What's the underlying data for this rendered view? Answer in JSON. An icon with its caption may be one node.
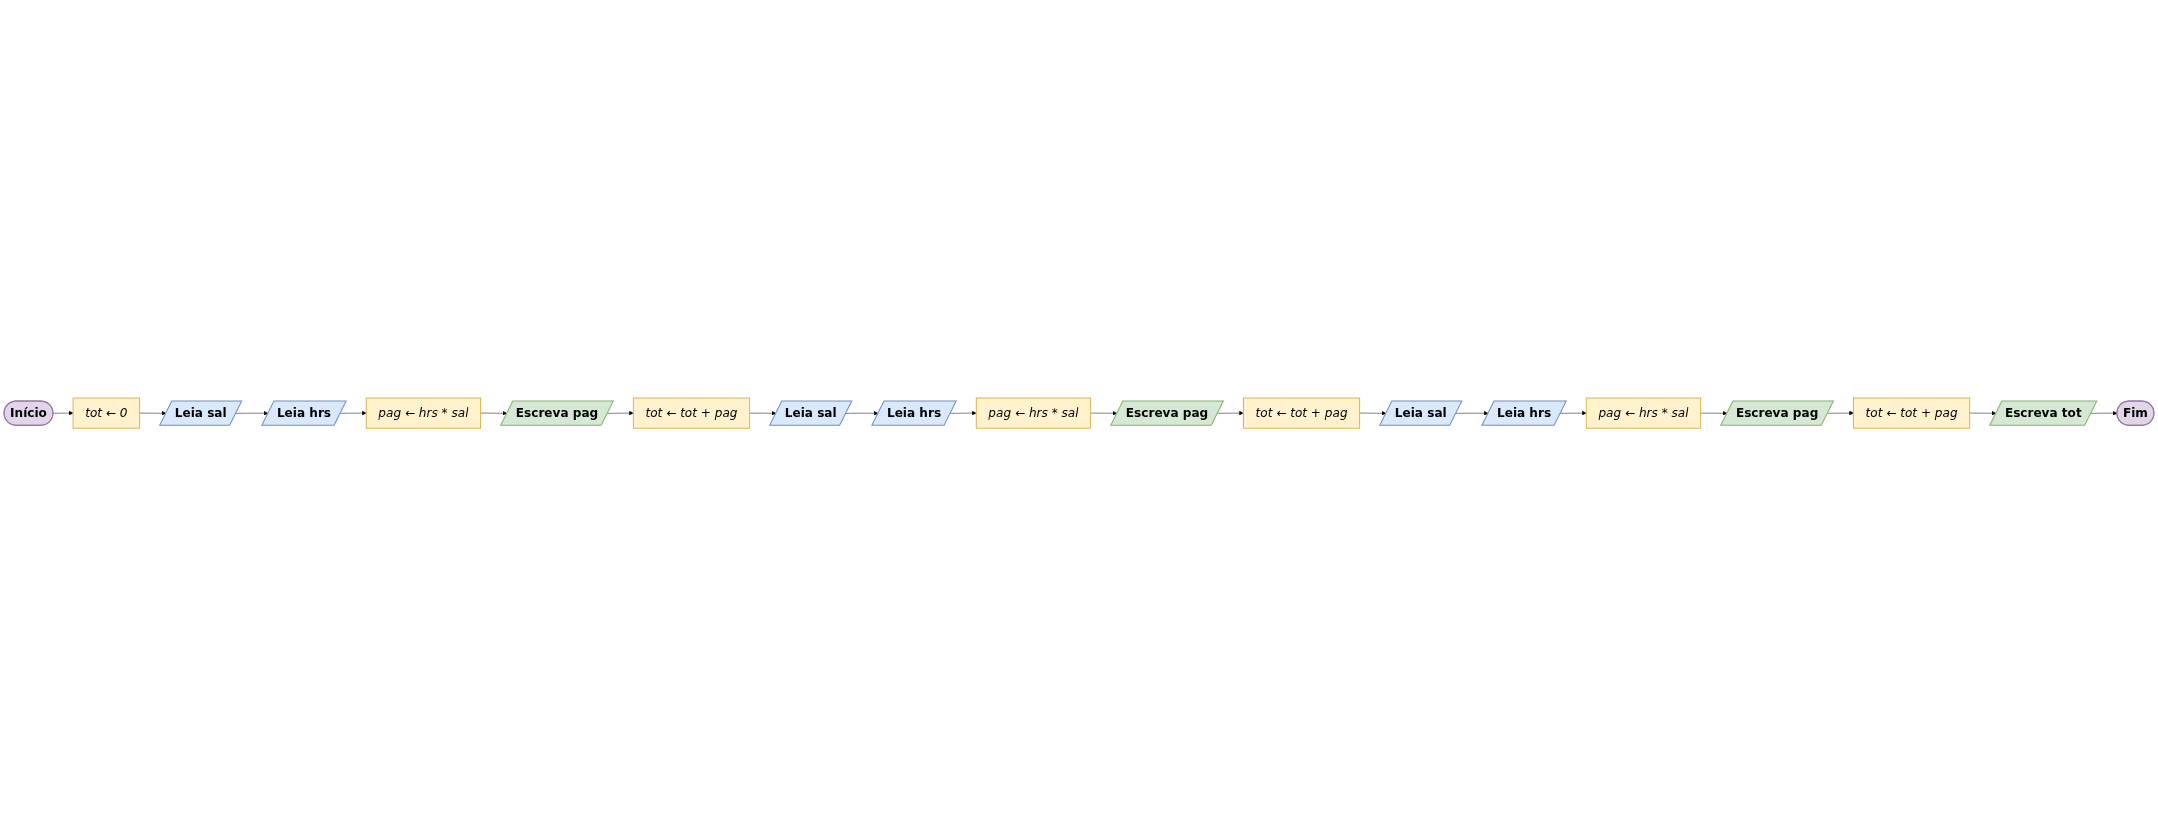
{
  "diagram": {
    "nodes": [
      {
        "text": [
          "Início"
        ]
      },
      {
        "text": [
          "tot ← 0"
        ]
      },
      {
        "text": [
          "Leia sal"
        ]
      },
      {
        "text": [
          "Leia hrs"
        ]
      },
      {
        "text": [
          "pag ← hrs * sal"
        ]
      },
      {
        "text": [
          "Escreva pag"
        ]
      },
      {
        "text": [
          "tot ← tot + pag"
        ]
      },
      {
        "text": [
          "Leia sal"
        ]
      },
      {
        "text": [
          "Leia hrs"
        ]
      },
      {
        "text": [
          "pag ← hrs * sal"
        ]
      },
      {
        "text": [
          "Escreva pag"
        ]
      },
      {
        "text": [
          "tot ← tot + pag"
        ]
      },
      {
        "text": [
          "Leia sal"
        ]
      },
      {
        "text": [
          "Leia hrs"
        ]
      },
      {
        "text": [
          "pag ← hrs * sal"
        ]
      },
      {
        "text": [
          "Escreva pag"
        ]
      },
      {
        "text": [
          "tot ← tot + pag"
        ]
      },
      {
        "text": [
          "Escreva tot"
        ]
      },
      {
        "text": [
          "Fim"
        ]
      }
    ],
    "edges": [
      {
        "from": 0,
        "to": 1,
        "arrow": "to"
      },
      {
        "from": 1,
        "to": 2,
        "arrow": "to"
      },
      {
        "from": 2,
        "to": 3,
        "arrow": "to"
      },
      {
        "from": 3,
        "to": 4,
        "arrow": "to"
      },
      {
        "from": 4,
        "to": 5,
        "arrow": "to"
      },
      {
        "from": 5,
        "to": 6,
        "arrow": "to"
      },
      {
        "from": 6,
        "to": 7,
        "arrow": "to"
      },
      {
        "from": 7,
        "to": 8,
        "arrow": "to"
      },
      {
        "from": 8,
        "to": 9,
        "arrow": "to"
      },
      {
        "from": 9,
        "to": 10,
        "arrow": "to"
      },
      {
        "from": 10,
        "to": 11,
        "arrow": "to"
      },
      {
        "from": 11,
        "to": 12,
        "arrow": "to"
      },
      {
        "from": 12,
        "to": 13,
        "arrow": "to"
      },
      {
        "from": 13,
        "to": 14,
        "arrow": "to"
      },
      {
        "from": 14,
        "to": 15,
        "arrow": "to"
      },
      {
        "from": 15,
        "to": 16,
        "arrow": "to"
      },
      {
        "from": 16,
        "to": 17,
        "arrow": "to"
      },
      {
        "from": 17,
        "to": 18,
        "arrow": "to"
      }
    ]
  }
}
